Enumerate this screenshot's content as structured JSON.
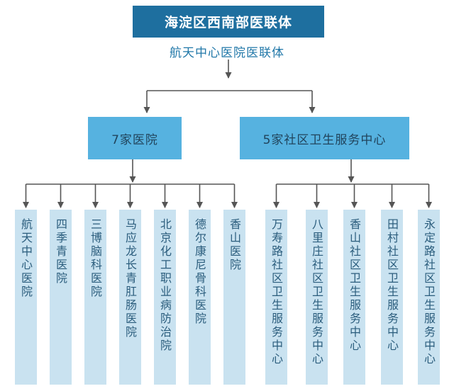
{
  "diagram": {
    "title": "海淀区西南部医联体",
    "subtitle": "航天中心医院医联体",
    "left_group": {
      "label": "7家医院",
      "items": [
        "航天中心医院",
        "四季青医院",
        "三博脑科医院",
        "马应龙长青肛肠医院",
        "北京化工职业病防治院",
        "德尔康尼骨科医院",
        "香山医院"
      ]
    },
    "right_group": {
      "label": "5家社区卫生服务中心",
      "items": [
        "万寿路社区卫生服务中心",
        "八里庄社区卫生服务中心",
        "香山社区卫生服务中心",
        "田村社区卫生服务中心",
        "永定路社区卫生服务中心"
      ]
    },
    "colors": {
      "title_bg": "#1e6f9f",
      "title_text": "#ffffff",
      "subtitle_text": "#2077a8",
      "group_box_bg": "#56b2e0",
      "group_box_text": "#21445c",
      "leaf_bg": "#c9e2f0",
      "leaf_text": "#2b5d7d",
      "connector": "#555555"
    }
  }
}
